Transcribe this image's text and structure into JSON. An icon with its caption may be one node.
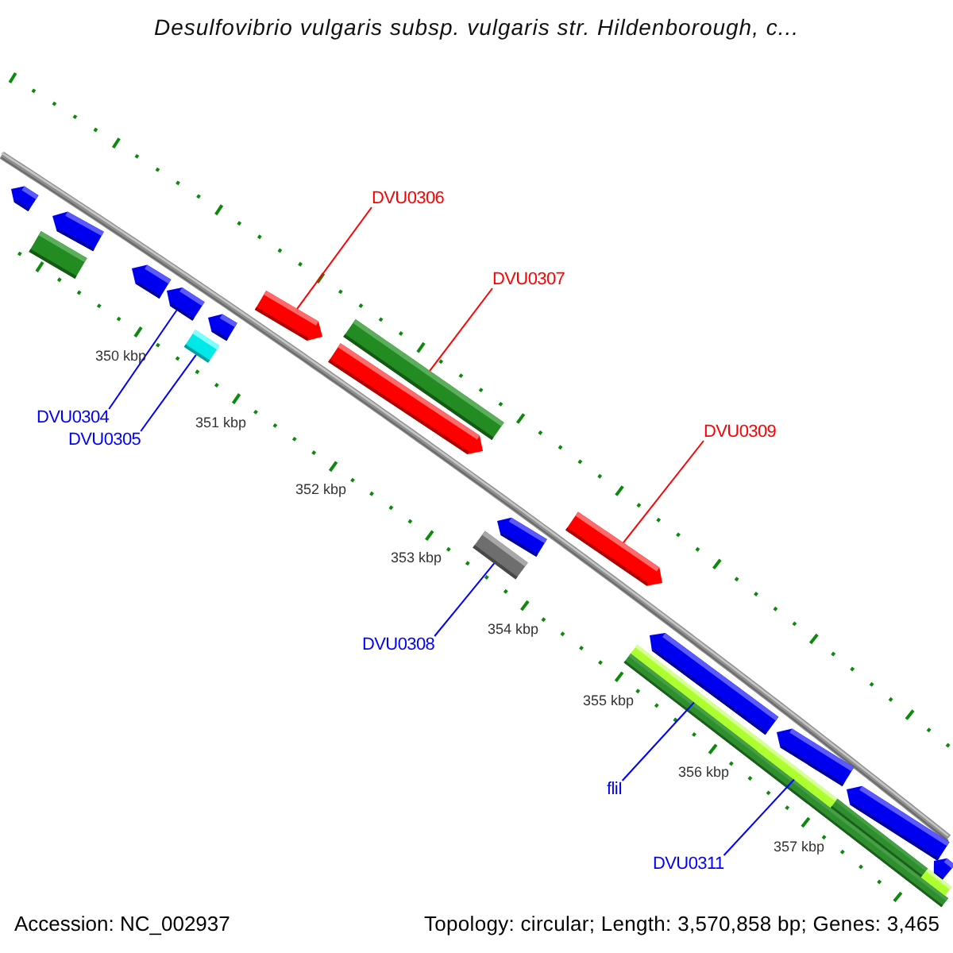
{
  "diagram": {
    "title": "Desulfovibrio vulgaris subsp. vulgaris str. Hildenborough, c...",
    "nodes": [
      {
        "text": [],
        "shape": "pentagon"
      },
      {
        "text": [],
        "shape": "pentagon"
      },
      {
        "text": [],
        "shape": "bar"
      },
      {
        "text": [],
        "shape": "pentagon"
      },
      {
        "text": [],
        "shape": "pentagon"
      },
      {
        "text": [],
        "shape": "pentagon"
      },
      {
        "text": [],
        "shape": "box"
      },
      {
        "text": [
          "DVU0304"
        ]
      },
      {
        "text": [
          "DVU0305"
        ]
      },
      {
        "text": [
          "DVU0306"
        ]
      },
      {
        "text": [],
        "shape": "pentagon"
      },
      {
        "text": [
          "DVU0307"
        ]
      },
      {
        "text": [],
        "shape": "bar"
      },
      {
        "text": [],
        "shape": "pentagon"
      },
      {
        "text": [
          "DVU0309"
        ]
      },
      {
        "text": [],
        "shape": "pentagon"
      },
      {
        "text": [],
        "shape": "pentagon"
      },
      {
        "text": [],
        "shape": "bar"
      },
      {
        "text": [
          "DVU0308"
        ]
      },
      {
        "text": [],
        "shape": "pentagon"
      },
      {
        "text": [],
        "shape": "bar"
      },
      {
        "text": [],
        "shape": "bar"
      },
      {
        "text": [
          "fliI"
        ]
      },
      {
        "text": [],
        "shape": "bar"
      },
      {
        "text": [],
        "shape": "pentagon"
      },
      {
        "text": [],
        "shape": "pentagon"
      },
      {
        "text": [],
        "shape": "bar"
      },
      {
        "text": [],
        "shape": "pentagon"
      },
      {
        "text": [],
        "shape": "bar"
      },
      {
        "text": [
          "DVU0311"
        ]
      }
    ],
    "edges": [
      {
        "from": 7,
        "to": 4,
        "arrow": "none"
      },
      {
        "from": 8,
        "to": 6,
        "arrow": "none"
      },
      {
        "from": 9,
        "to": 10,
        "arrow": "none",
        "color": "#ff0000"
      },
      {
        "from": 11,
        "to": 12,
        "arrow": "none",
        "color": "#ff0000"
      },
      {
        "from": 14,
        "to": 15,
        "arrow": "none",
        "color": "#ff0000"
      },
      {
        "from": 18,
        "to": 17,
        "arrow": "none"
      },
      {
        "from": 22,
        "to": 20,
        "arrow": "none"
      },
      {
        "from": 29,
        "to": 23,
        "arrow": "none"
      }
    ],
    "labels": [
      "350 kbp",
      "351 kbp",
      "352 kbp",
      "353 kbp",
      "354 kbp",
      "355 kbp",
      "356 kbp",
      "357 kbp",
      "Accession: NC_002937",
      "Topology: circular; Length: 3,570,858 bp; Genes: 3,465"
    ]
  }
}
